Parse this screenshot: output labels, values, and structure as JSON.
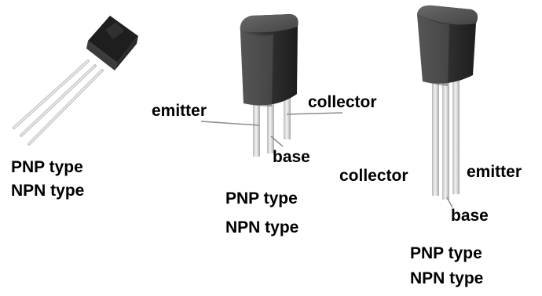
{
  "figures": [
    {
      "types": [
        "PNP type",
        "NPN type"
      ]
    },
    {
      "pins": {
        "emitter": "emitter",
        "collector": "collector",
        "base": "base"
      },
      "types": [
        "PNP type",
        "NPN type"
      ]
    },
    {
      "pins": {
        "collector": "collector",
        "emitter": "emitter",
        "base": "base"
      },
      "types": [
        "PNP type",
        "NPN type"
      ]
    }
  ],
  "colors": {
    "body_dark": "#222222",
    "body_mid": "#3a3a3a",
    "leg": "#d8d8d8",
    "leader_line": "#8c8c8c",
    "text": "#000000"
  }
}
